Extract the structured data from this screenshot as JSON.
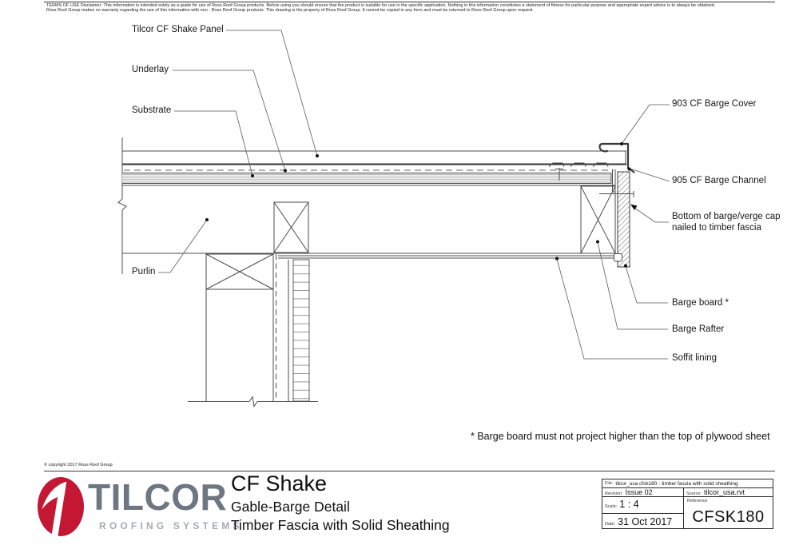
{
  "disclaimer": {
    "line1": "TERMS OF USE Disclaimer: This information is intended solely as a guide for use of Ross Roof Group products. Before using you should ensure that the product is suitable for use in the specific application. Nothing in this information constitutes a statement of fitness for particular purpose and appropriate expert advice is to always be obtained.",
    "line2": "Ross Roof Group makes no warranty regarding the use of this information with non - Ross Roof Group products. This drawing is the property of Ross Roof Group. It cannot be copied in any form and must be returned to Ross Roof Group upon request."
  },
  "drawing": {
    "labels": {
      "shake_panel": "Tilcor CF Shake Panel",
      "underlay": "Underlay",
      "substrate": "Substrate",
      "purlin": "Purlin",
      "barge_cover": "903 CF Barge Cover",
      "barge_channel": "905 CF Barge Channel",
      "barge_cap": "Bottom of barge/verge cap nailed to timber fascia",
      "barge_board": "Barge board *",
      "barge_rafter": "Barge Rafter",
      "soffit_lining": "Soffit lining"
    },
    "footnote": "* Barge board must not project higher than the top of plywood sheet"
  },
  "footer": {
    "copyright": "© copyright 2017 Ross Roof Group",
    "logo": {
      "brand": "TILCOR",
      "tagline": "ROOFING SYSTEMS",
      "accent_color": "#c41733",
      "brand_color": "#6d7681"
    },
    "title": "CF Shake",
    "subtitle1": "Gable-Barge Detail",
    "subtitle2": "Timber Fascia with Solid Sheathing",
    "titleblock": {
      "file_label": "File:",
      "file": "tilcor_usa cfsk180 - timber fascia with solid sheathing",
      "revision_label": "Revision:",
      "revision": "Issue 02",
      "source_label": "Source:",
      "source": "tilcor_usa.rvt",
      "scale_label": "Scale:",
      "scale": "1 : 4",
      "reference_label": "Reference",
      "reference": "CFSK180",
      "date_label": "Date:",
      "date": "31 Oct 2017"
    }
  }
}
